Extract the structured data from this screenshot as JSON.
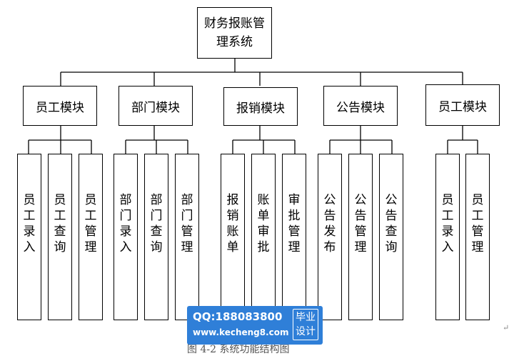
{
  "root": {
    "label": "财务报账管理系统"
  },
  "modules": [
    {
      "label": "员工模块",
      "items": [
        "员工录入",
        "员工查询",
        "员工管理"
      ]
    },
    {
      "label": "部门模块",
      "items": [
        "部门录入",
        "部门查询",
        "部门管理"
      ]
    },
    {
      "label": "报销模块",
      "items": [
        "报销账单",
        "账单审批",
        "审批管理"
      ]
    },
    {
      "label": "公告模块",
      "items": [
        "公告发布",
        "公告管理",
        "公告查询"
      ]
    },
    {
      "label": "员工模块",
      "items": [
        "员工录入",
        "员工管理"
      ]
    }
  ],
  "caption": "图 4-2 系统功能结构图",
  "watermark": {
    "qq": "QQ:188083800",
    "url": "www.kecheng8.com",
    "badge_line1": "毕业",
    "badge_line2": "设计"
  },
  "para_mark": "↵"
}
